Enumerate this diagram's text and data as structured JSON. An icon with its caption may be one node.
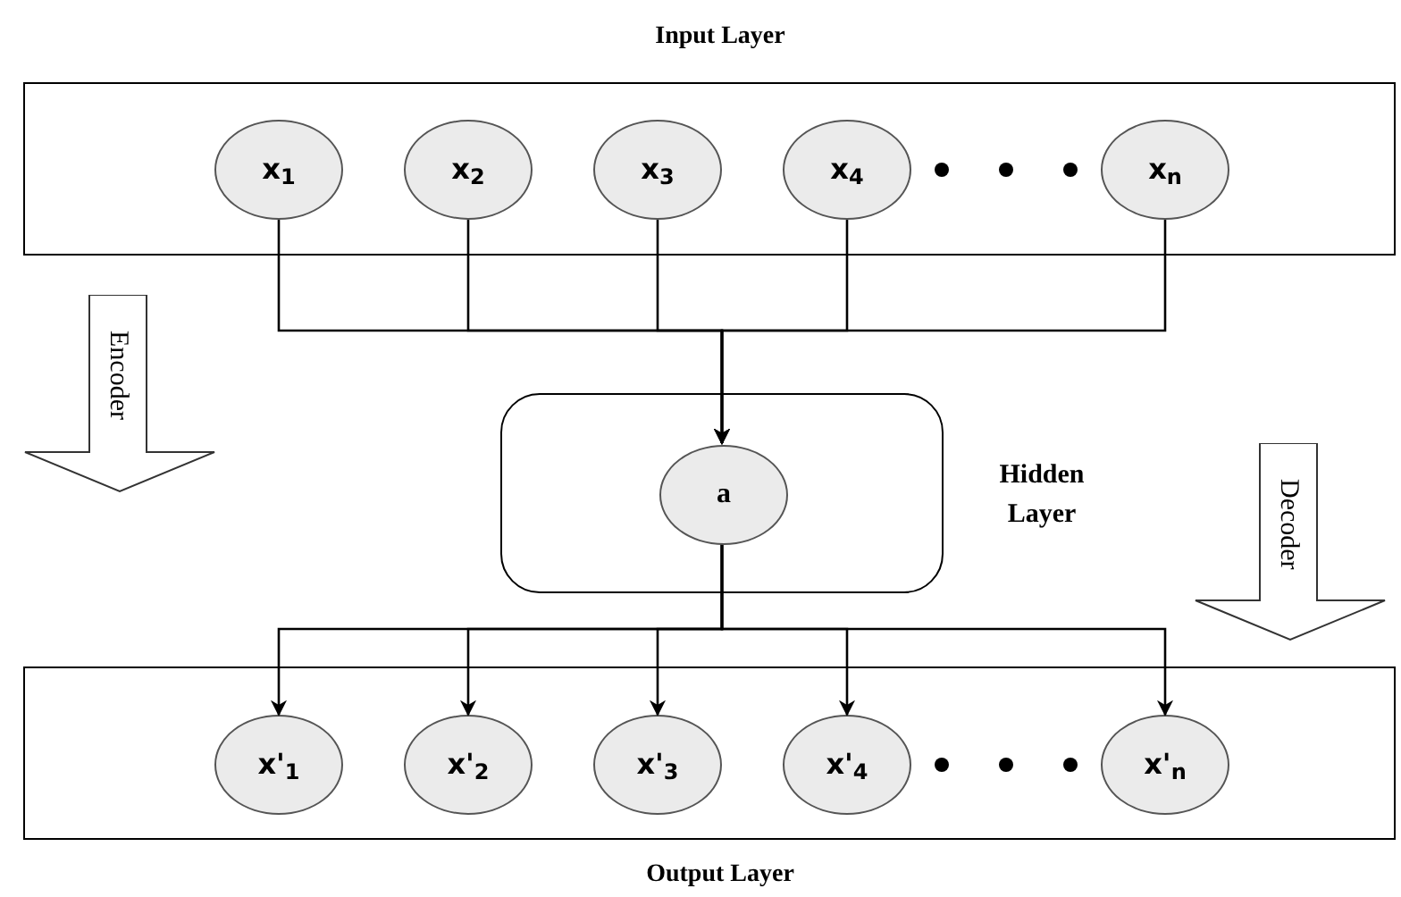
{
  "diagram": {
    "nodes": [
      {
        "text": [
          "Input Layer"
        ]
      },
      {
        "text": [
          "x$_{1}$"
        ],
        "in": 0
      },
      {
        "text": [
          "x$_{2}$"
        ],
        "in": 0
      },
      {
        "text": [
          "x$_{3}$"
        ],
        "in": 0
      },
      {
        "text": [
          "x$_{4}$"
        ],
        "in": 0
      },
      {
        "text": [
          "x$_{n}$"
        ],
        "in": 0
      },
      {
        "text": [],
        "shape": "box",
        "beside": [
          "Hidden Layer"
        ]
      },
      {
        "text": [
          "a"
        ],
        "in": 6
      },
      {
        "text": [
          "Output Layer"
        ]
      },
      {
        "text": [
          "x'$_{1}$"
        ],
        "in": 8
      },
      {
        "text": [
          "x'$_{2}$"
        ],
        "in": 8
      },
      {
        "text": [
          "x'$_{3}$"
        ],
        "in": 8
      },
      {
        "text": [
          "x'$_{4}$"
        ],
        "in": 8
      },
      {
        "text": [
          "x'$_{n}$"
        ],
        "in": 8
      },
      {
        "text": [
          "Encoder"
        ]
      },
      {
        "text": [
          "Decoder"
        ]
      }
    ],
    "edges": [
      {
        "from": 1,
        "to": 7,
        "arrow": "to"
      },
      {
        "from": 2,
        "to": 7,
        "arrow": "to"
      },
      {
        "from": 3,
        "to": 7,
        "arrow": "to"
      },
      {
        "from": 4,
        "to": 7,
        "arrow": "to"
      },
      {
        "from": 5,
        "to": 7,
        "arrow": "to"
      },
      {
        "from": 7,
        "to": 9,
        "arrow": "to"
      },
      {
        "from": 7,
        "to": 10,
        "arrow": "to"
      },
      {
        "from": 7,
        "to": 11,
        "arrow": "to"
      },
      {
        "from": 7,
        "to": 12,
        "arrow": "to"
      },
      {
        "from": 7,
        "to": 13,
        "arrow": "to"
      }
    ]
  }
}
